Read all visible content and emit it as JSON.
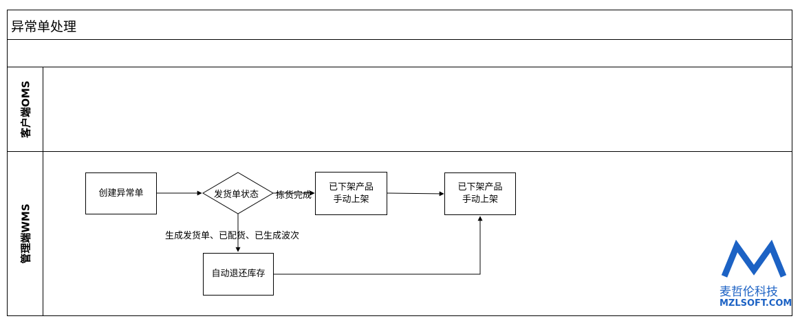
{
  "title": "异常单处理",
  "lanes": {
    "oms": "客户端OMS",
    "wms": "管理端WMS"
  },
  "nodes": {
    "create": "创建异常单",
    "decision": "发货单状态",
    "offshelf": "已下架产品\n手动上架",
    "manual": "已下架产品\n手动上架",
    "auto": "自动退还库存"
  },
  "edges": {
    "picked": "拣货完成",
    "generated": "生成发货单、已配货、已生成波次"
  },
  "logo": {
    "cn": "麦哲伦科技",
    "en": "MZLSOFT.COM",
    "color": "#1c62c4"
  }
}
